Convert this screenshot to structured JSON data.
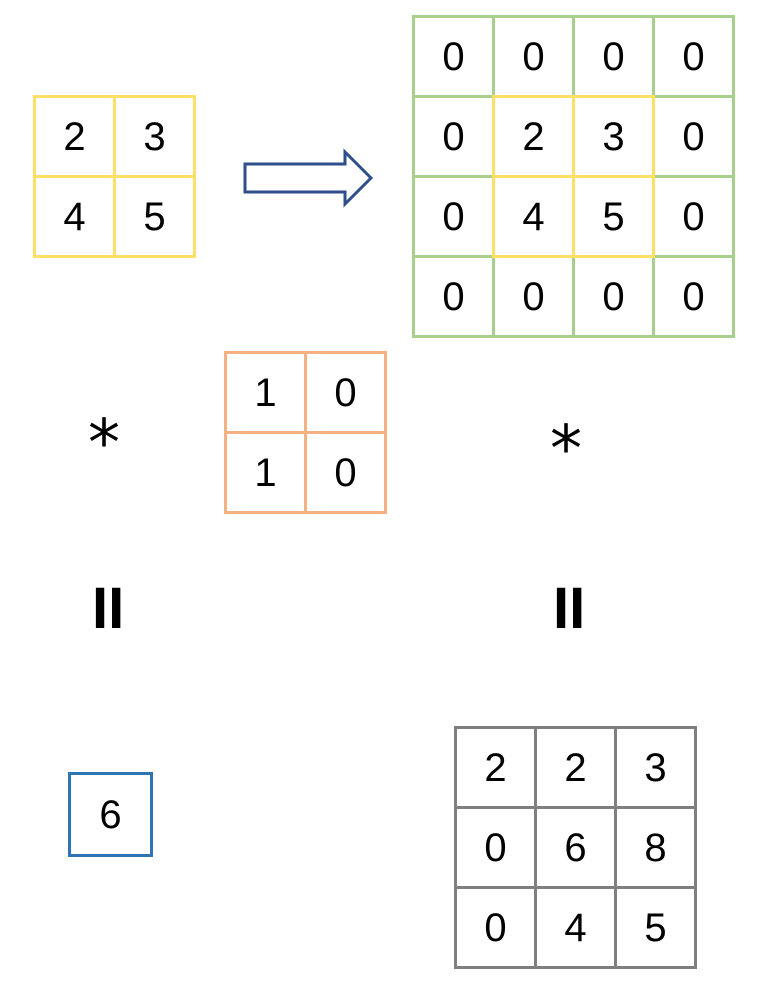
{
  "input_matrix": {
    "color": "#FFE066",
    "rows": [
      [
        "2",
        "3"
      ],
      [
        "4",
        "5"
      ]
    ]
  },
  "arrow": {
    "color": "#2F4E8C",
    "icon": "right-arrow-icon"
  },
  "padded_matrix": {
    "color": "#A8D08D",
    "highlight_color": "#FFE066",
    "rows": [
      [
        "0",
        "0",
        "0",
        "0"
      ],
      [
        "0",
        "2",
        "3",
        "0"
      ],
      [
        "0",
        "4",
        "5",
        "0"
      ],
      [
        "0",
        "0",
        "0",
        "0"
      ]
    ]
  },
  "kernel": {
    "color": "#F4B183",
    "rows": [
      [
        "1",
        "0"
      ],
      [
        "1",
        "0"
      ]
    ]
  },
  "operators": {
    "convolution": "*",
    "equals": "II"
  },
  "result_single": {
    "color": "#2E75B6",
    "rows": [
      [
        "6"
      ]
    ]
  },
  "result_padded": {
    "color": "#7F7F7F",
    "rows": [
      [
        "2",
        "2",
        "3"
      ],
      [
        "0",
        "6",
        "8"
      ],
      [
        "0",
        "4",
        "5"
      ]
    ]
  }
}
